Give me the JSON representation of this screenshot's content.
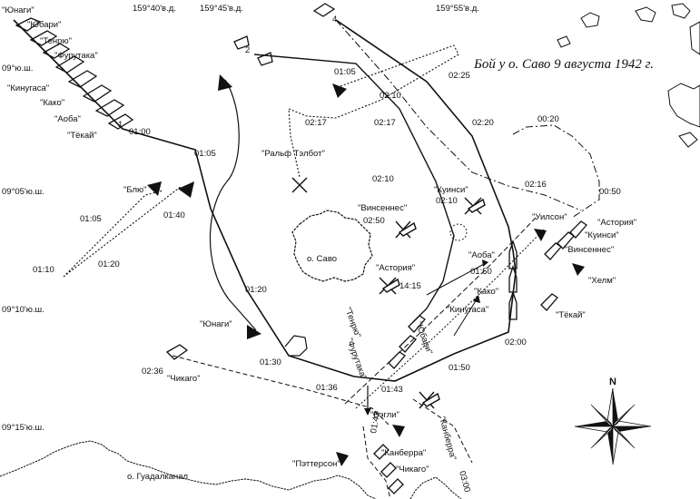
{
  "map": {
    "title": "Бой у о. Саво 9 августа 1942 г.",
    "longitudes": [
      "159°40'в.д.",
      "159°45'в.д.",
      "159°55'в.д."
    ],
    "latitudes": [
      "09°ю.ш.",
      "09°05'ю.ш.",
      "09°10'ю.ш.",
      "09°15'ю.ш."
    ],
    "islands": {
      "savo": "о. Саво",
      "guadalcanal": "о. Гуадалканал"
    },
    "compass": {
      "north": "N"
    },
    "japanese_column": [
      "\"Юнаги\"",
      "\"Юбари\"",
      "\"Тенрю\"",
      "\"Фурутака\"",
      "\"Кинугаса\"",
      "\"Како\"",
      "\"Аоба\"",
      "\"Тёкай\""
    ],
    "allied_ships": {
      "blue": "\"Блю\"",
      "ralph_talbot": "\"Ральф Тэлбот\"",
      "vincennes_sunk": "\"Винсеннес\"",
      "quincy_sunk": "\"Куинси\"",
      "astoria_sunk": "\"Астория\"",
      "wilson": "\"Уилсон\"",
      "astoria": "\"Астория\"",
      "quincy": "\"Куинси\"",
      "vincennes": "\"Винсеннес\"",
      "helm": "\"Хелм\"",
      "chicago": "\"Чикаго\"",
      "chicago_south": "\"Чикаго\"",
      "patterson": "\"Пэттерсон\"",
      "bagley": "\"Бэгли\"",
      "canberra": "\"Канберра\"",
      "canberra_sunk": "\"Канберра\""
    },
    "japanese_labels": {
      "yunagi_lower": "\"Юнаги\"",
      "aoba": "\"Аоба\"",
      "kako": "\"Како\"",
      "kinugasa": "\"Кинугаса\"",
      "chokai": "\"Тёкай\"",
      "tenryu": "\"Тенрю\"",
      "yubari": "\"Юбари\"",
      "furutaka": "\"Фурутака\""
    },
    "times": {
      "t0100": "01:00",
      "t0105_a": "01:05",
      "t0105_b": "01:05",
      "t0105_c": "01:05",
      "t0110": "01:10",
      "t0120_a": "01:20",
      "t0120_b": "01:20",
      "t0130": "01:30",
      "t0136": "01:36",
      "t0140": "01:40",
      "t0143_a": "01:43",
      "t0143_b": "01:43",
      "t0150_a": "01:50",
      "t0150_b": "01:50",
      "t0200": "02:00",
      "t0210_a": "02:10",
      "t0210_b": "02:10",
      "t0210_c": "02:10",
      "t0216": "02:16",
      "t0217_a": "02:17",
      "t0217_b": "02:17",
      "t0220": "02:20",
      "t0225": "02:25",
      "t0236": "02:36",
      "t0250": "02:50",
      "t0300": "03:00",
      "t0020": "00:20",
      "t0050": "00:50",
      "t1415": "14:15"
    },
    "track_markers": {
      "one": "1",
      "two": "2",
      "four": "4"
    }
  }
}
